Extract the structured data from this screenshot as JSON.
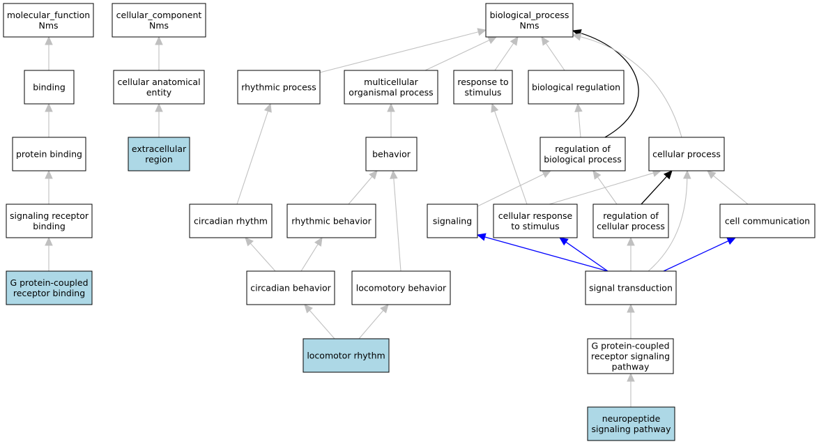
{
  "colors": {
    "annotated_fill": "#add8e6",
    "default_fill": "#ffffff",
    "is_a_edge": "#c0c0c0",
    "regulates_edge": "#000000",
    "part_of_edge": "#0000ff"
  },
  "nodes": [
    {
      "id": "molecular_function",
      "lines": [
        "molecular_function",
        "Nms"
      ],
      "annotated": false
    },
    {
      "id": "cellular_component",
      "lines": [
        "cellular_component",
        "Nms"
      ],
      "annotated": false
    },
    {
      "id": "biological_process",
      "lines": [
        "biological_process",
        "Nms"
      ],
      "annotated": false
    },
    {
      "id": "binding",
      "lines": [
        "binding"
      ],
      "annotated": false
    },
    {
      "id": "cellular_anatomical_entity",
      "lines": [
        "cellular anatomical",
        "entity"
      ],
      "annotated": false
    },
    {
      "id": "rhythmic_process",
      "lines": [
        "rhythmic process"
      ],
      "annotated": false
    },
    {
      "id": "multicellular_organismal_process",
      "lines": [
        "multicellular",
        "organismal process"
      ],
      "annotated": false
    },
    {
      "id": "response_to_stimulus",
      "lines": [
        "response to",
        "stimulus"
      ],
      "annotated": false
    },
    {
      "id": "biological_regulation",
      "lines": [
        "biological regulation"
      ],
      "annotated": false
    },
    {
      "id": "protein_binding",
      "lines": [
        "protein binding"
      ],
      "annotated": false
    },
    {
      "id": "extracellular_region",
      "lines": [
        "extracellular",
        "region"
      ],
      "annotated": true
    },
    {
      "id": "behavior",
      "lines": [
        "behavior"
      ],
      "annotated": false
    },
    {
      "id": "regulation_of_biological_process",
      "lines": [
        "regulation of",
        "biological process"
      ],
      "annotated": false
    },
    {
      "id": "cellular_process",
      "lines": [
        "cellular process"
      ],
      "annotated": false
    },
    {
      "id": "signaling_receptor_binding",
      "lines": [
        "signaling receptor",
        "binding"
      ],
      "annotated": false
    },
    {
      "id": "circadian_rhythm",
      "lines": [
        "circadian rhythm"
      ],
      "annotated": false
    },
    {
      "id": "rhythmic_behavior",
      "lines": [
        "rhythmic behavior"
      ],
      "annotated": false
    },
    {
      "id": "signaling",
      "lines": [
        "signaling"
      ],
      "annotated": false
    },
    {
      "id": "cellular_response_to_stimulus",
      "lines": [
        "cellular response",
        "to stimulus"
      ],
      "annotated": false
    },
    {
      "id": "regulation_of_cellular_process",
      "lines": [
        "regulation of",
        "cellular process"
      ],
      "annotated": false
    },
    {
      "id": "cell_communication",
      "lines": [
        "cell communication"
      ],
      "annotated": false
    },
    {
      "id": "gpcr_binding",
      "lines": [
        "G protein-coupled",
        "receptor binding"
      ],
      "annotated": true
    },
    {
      "id": "circadian_behavior",
      "lines": [
        "circadian behavior"
      ],
      "annotated": false
    },
    {
      "id": "locomotory_behavior",
      "lines": [
        "locomotory behavior"
      ],
      "annotated": false
    },
    {
      "id": "signal_transduction",
      "lines": [
        "signal transduction"
      ],
      "annotated": false
    },
    {
      "id": "locomotor_rhythm",
      "lines": [
        "locomotor rhythm"
      ],
      "annotated": true
    },
    {
      "id": "gpcr_signaling_pathway",
      "lines": [
        "G protein-coupled",
        "receptor signaling",
        "pathway"
      ],
      "annotated": false
    },
    {
      "id": "neuropeptide_signaling_pathway",
      "lines": [
        "neuropeptide",
        "signaling pathway"
      ],
      "annotated": true
    }
  ],
  "edges": [
    {
      "from": "binding",
      "to": "molecular_function",
      "type": "is_a"
    },
    {
      "from": "protein_binding",
      "to": "binding",
      "type": "is_a"
    },
    {
      "from": "signaling_receptor_binding",
      "to": "protein_binding",
      "type": "is_a"
    },
    {
      "from": "gpcr_binding",
      "to": "signaling_receptor_binding",
      "type": "is_a"
    },
    {
      "from": "cellular_anatomical_entity",
      "to": "cellular_component",
      "type": "is_a"
    },
    {
      "from": "extracellular_region",
      "to": "cellular_anatomical_entity",
      "type": "is_a"
    },
    {
      "from": "rhythmic_process",
      "to": "biological_process",
      "type": "is_a"
    },
    {
      "from": "multicellular_organismal_process",
      "to": "biological_process",
      "type": "is_a"
    },
    {
      "from": "response_to_stimulus",
      "to": "biological_process",
      "type": "is_a"
    },
    {
      "from": "biological_regulation",
      "to": "biological_process",
      "type": "is_a"
    },
    {
      "from": "regulation_of_biological_process",
      "to": "biological_process",
      "type": "regulates"
    },
    {
      "from": "cellular_process",
      "to": "biological_process",
      "type": "is_a"
    },
    {
      "from": "behavior",
      "to": "multicellular_organismal_process",
      "type": "is_a"
    },
    {
      "from": "regulation_of_biological_process",
      "to": "biological_regulation",
      "type": "is_a"
    },
    {
      "from": "circadian_rhythm",
      "to": "rhythmic_process",
      "type": "is_a"
    },
    {
      "from": "rhythmic_behavior",
      "to": "behavior",
      "type": "is_a"
    },
    {
      "from": "locomotory_behavior",
      "to": "behavior",
      "type": "is_a"
    },
    {
      "from": "signaling",
      "to": "regulation_of_biological_process",
      "type": "is_a"
    },
    {
      "from": "cellular_response_to_stimulus",
      "to": "response_to_stimulus",
      "type": "is_a"
    },
    {
      "from": "cellular_response_to_stimulus",
      "to": "cellular_process",
      "type": "is_a"
    },
    {
      "from": "regulation_of_cellular_process",
      "to": "regulation_of_biological_process",
      "type": "is_a"
    },
    {
      "from": "regulation_of_cellular_process",
      "to": "cellular_process",
      "type": "regulates"
    },
    {
      "from": "cell_communication",
      "to": "cellular_process",
      "type": "is_a"
    },
    {
      "from": "signal_transduction",
      "to": "cellular_process",
      "type": "is_a"
    },
    {
      "from": "circadian_behavior",
      "to": "circadian_rhythm",
      "type": "is_a"
    },
    {
      "from": "circadian_behavior",
      "to": "rhythmic_behavior",
      "type": "is_a"
    },
    {
      "from": "locomotor_rhythm",
      "to": "circadian_behavior",
      "type": "is_a"
    },
    {
      "from": "locomotor_rhythm",
      "to": "locomotory_behavior",
      "type": "is_a"
    },
    {
      "from": "signal_transduction",
      "to": "signaling",
      "type": "part_of"
    },
    {
      "from": "signal_transduction",
      "to": "cellular_response_to_stimulus",
      "type": "part_of"
    },
    {
      "from": "signal_transduction",
      "to": "regulation_of_cellular_process",
      "type": "is_a"
    },
    {
      "from": "signal_transduction",
      "to": "cell_communication",
      "type": "part_of"
    },
    {
      "from": "gpcr_signaling_pathway",
      "to": "signal_transduction",
      "type": "is_a"
    },
    {
      "from": "neuropeptide_signaling_pathway",
      "to": "gpcr_signaling_pathway",
      "type": "is_a"
    }
  ]
}
